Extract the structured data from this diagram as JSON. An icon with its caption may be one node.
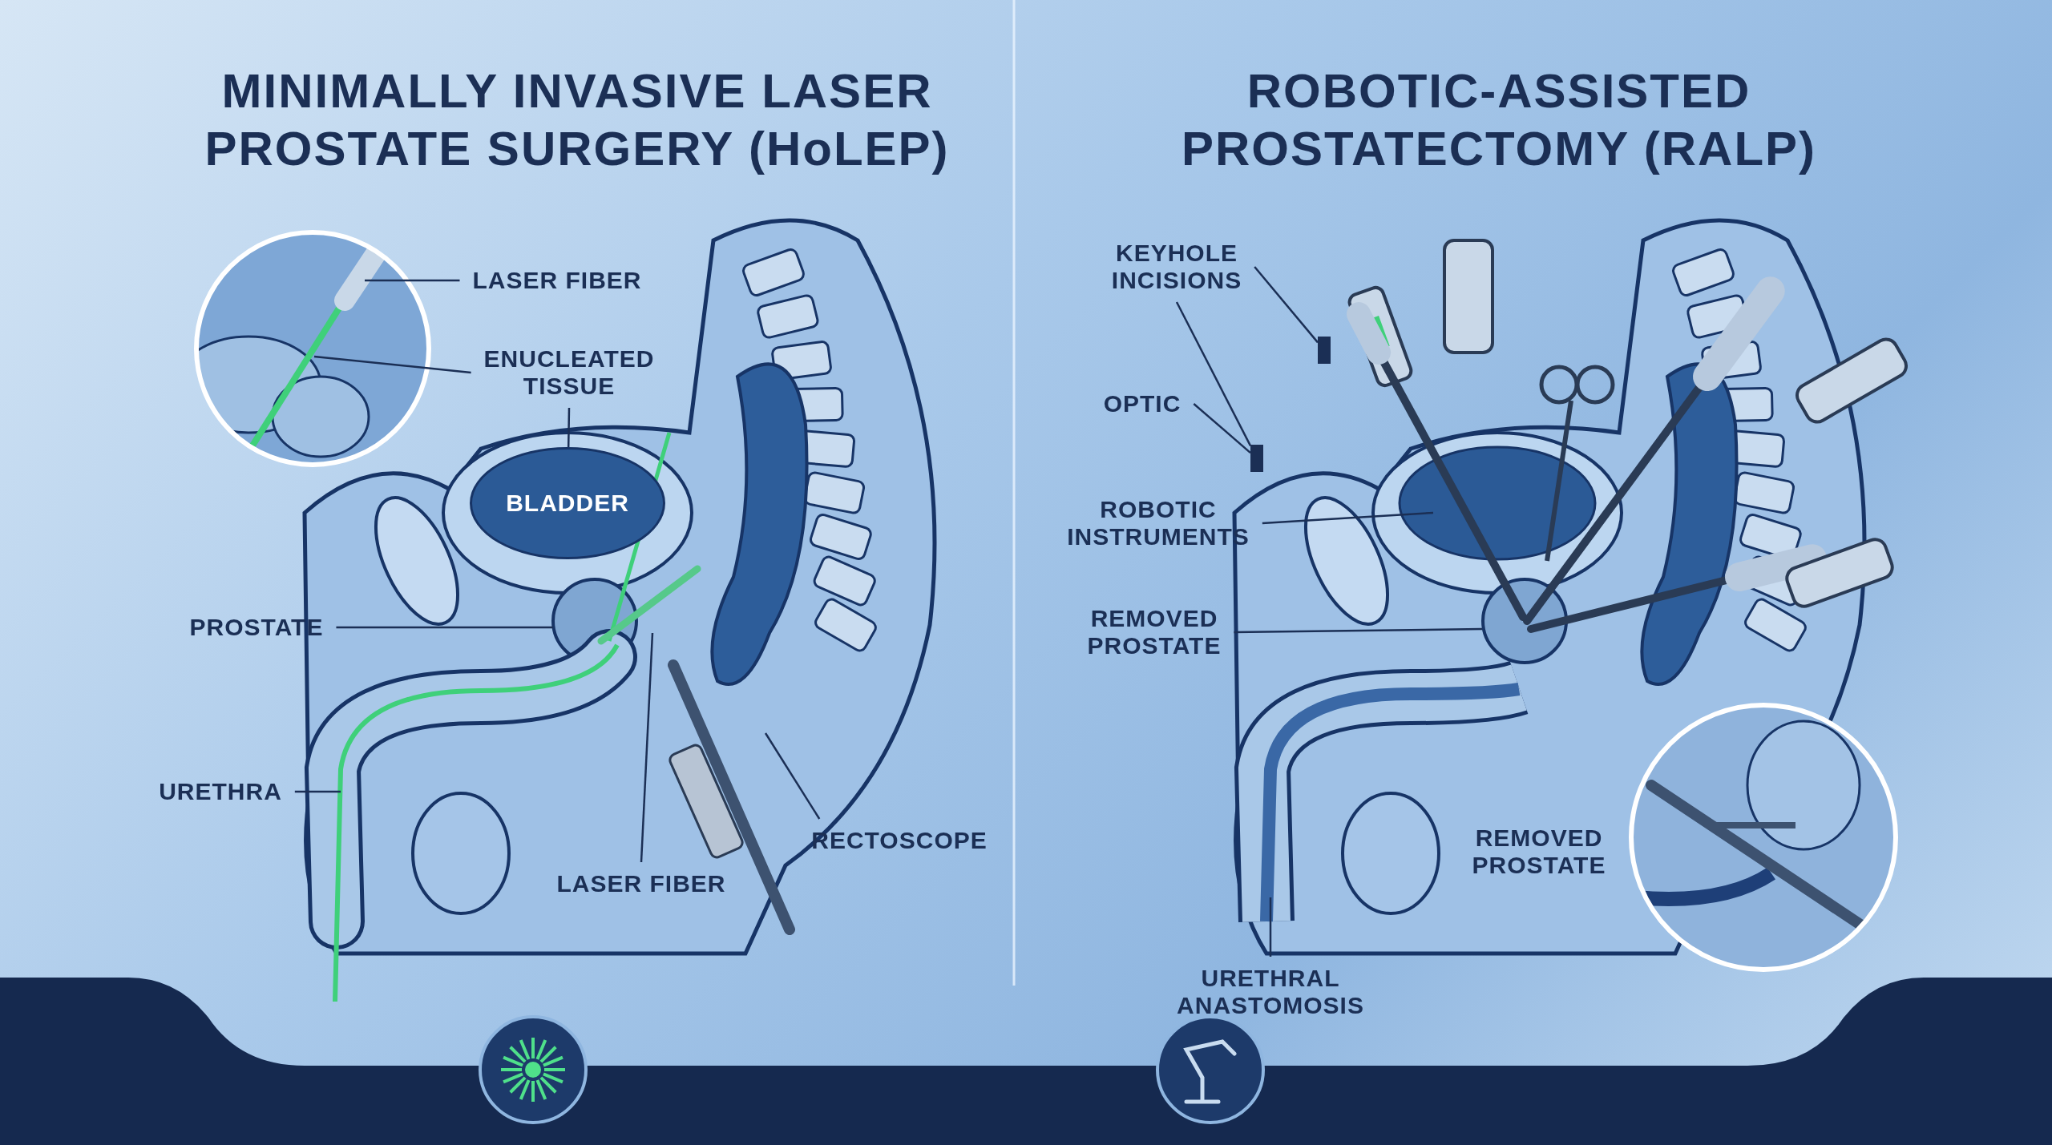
{
  "diagram": {
    "nodes": [
      {
        "text": [
          "LASER FIBER"
        ]
      },
      {
        "text": [
          "ENUCLEATED TISSUE"
        ]
      },
      {
        "text": [
          "PROSTATE"
        ]
      },
      {
        "text": [
          "URETHRA"
        ]
      },
      {
        "text": [
          "LASER FIBER"
        ]
      },
      {
        "text": [
          "RECTOSCOPE"
        ]
      },
      {
        "text": [
          "KEYHOLE INCISIONS"
        ]
      },
      {
        "text": [
          "OPTIC"
        ]
      },
      {
        "text": [
          "ROBOTIC INSTRUMENTS"
        ]
      },
      {
        "text": [
          "REMOVED PROSTATE"
        ]
      },
      {
        "text": [
          "URETHRAL ANASTOMOSIS"
        ]
      },
      {
        "text": [],
        "shape": "box"
      },
      {
        "text": [],
        "shape": "box"
      },
      {
        "text": [
          "BLADDER"
        ]
      },
      {
        "text": [],
        "shape": "picture"
      },
      {
        "text": [],
        "shape": "circle"
      }
    ],
    "edges": [
      {
        "from": 0,
        "to": null,
        "arrow": "none"
      },
      {
        "from": 1,
        "to": null,
        "arrow": "none"
      },
      {
        "from": 1,
        "to": 13,
        "arrow": "none"
      },
      {
        "from": 2,
        "to": null,
        "arrow": "none"
      },
      {
        "from": 3,
        "to": null,
        "arrow": "none"
      },
      {
        "from": 4,
        "to": null,
        "arrow": "none"
      },
      {
        "from": 5,
        "to": null,
        "arrow": "none"
      },
      {
        "from": 6,
        "to": 11,
        "arrow": "none"
      },
      {
        "from": 6,
        "to": 12,
        "arrow": "none"
      },
      {
        "from": 7,
        "to": 12,
        "arrow": "none"
      },
      {
        "from": 8,
        "to": 14,
        "arrow": "none"
      },
      {
        "from": 9,
        "to": 15,
        "arrow": "none"
      },
      {
        "from": 10,
        "to": null,
        "arrow": "none"
      }
    ],
    "labels": [
      "MINIMALLY INVASIVE LASER PROSTATE SURGERY (HoLEP)",
      "ROBOTIC-ASSISTED PROSTATECTOMY (RALP)",
      "REMOVED PROSTATE"
    ]
  }
}
